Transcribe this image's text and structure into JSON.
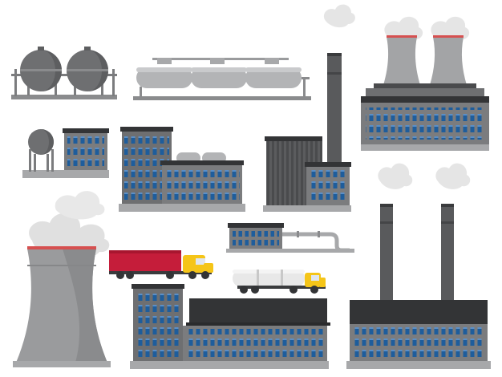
{
  "illustration": {
    "subject": "industrial-buildings-set",
    "items": [
      {
        "name": "spherical-gas-tanks"
      },
      {
        "name": "horizontal-storage-tanks"
      },
      {
        "name": "power-plant-cooling-towers"
      },
      {
        "name": "water-tower-building"
      },
      {
        "name": "office-blocks"
      },
      {
        "name": "chimney-factory"
      },
      {
        "name": "large-cooling-tower"
      },
      {
        "name": "pipeline-building"
      },
      {
        "name": "red-container-truck"
      },
      {
        "name": "tanker-truck"
      },
      {
        "name": "long-factory"
      },
      {
        "name": "twin-chimney-factory"
      }
    ]
  },
  "colors": {
    "dark_gray": "#595a5c",
    "mid_gray": "#7b7c7e",
    "light_gray": "#a7a8aa",
    "roof": "#333436",
    "window": "#1e5d9c",
    "truck_yellow": "#f5c518",
    "container_red": "#c51d3a",
    "smoke": "#e3e3e3"
  }
}
